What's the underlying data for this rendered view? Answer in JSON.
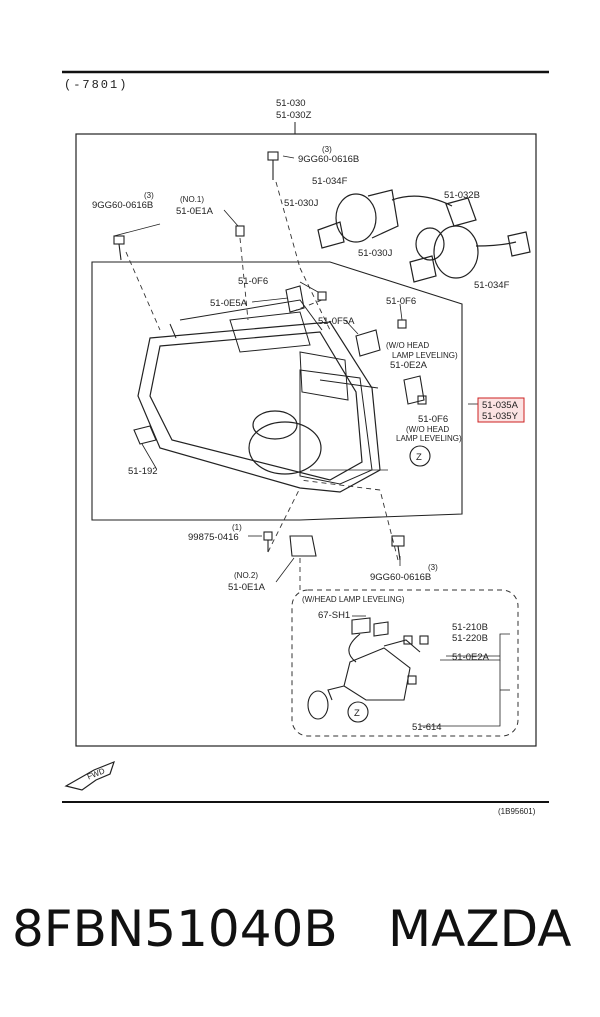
{
  "diagram": {
    "header_code": "(-7801)",
    "ref_code": "(1B95601)",
    "fwd": "FWD",
    "labels": {
      "l1": "51-030",
      "l2": "51-030Z",
      "l3": "(3)",
      "l4": "9GG60-0616B",
      "l5": "51-034F",
      "l6": "51-032B",
      "l7": "51-030J",
      "l8": "(3)",
      "l9": "9GG60-0616B",
      "l10": "(NO.1)",
      "l11": "51-0E1A",
      "l12": "51-030J",
      "l13": "51-034F",
      "l14": "51-0F6",
      "l15": "51-0E5A",
      "l16": "51-0F5A",
      "l17": "51-0F6",
      "l18": "(W/O HEAD",
      "l19": "LAMP LEVELING)",
      "l20": "51-0E2A",
      "l21": "51-035A",
      "l22": "51-035Y",
      "l23": "51-0F6",
      "l24": "(W/O HEAD",
      "l25": "LAMP LEVELING)",
      "l26": "51-192",
      "l27": "Z",
      "l28": "(1)",
      "l29": "99875-0416",
      "l30": "(NO.2)",
      "l31": "51-0E1A",
      "l32": "(3)",
      "l33": "9GG60-0616B",
      "l34": "(W/HEAD LAMP LEVELING)",
      "l35": "67-SH1",
      "l36": "51-210B",
      "l37": "51-220B",
      "l38": "51-0E2A",
      "l39": "Z",
      "l40": "51-614"
    }
  },
  "footer": {
    "part_number": "8FBN51040B",
    "brand": "MAZDA"
  }
}
